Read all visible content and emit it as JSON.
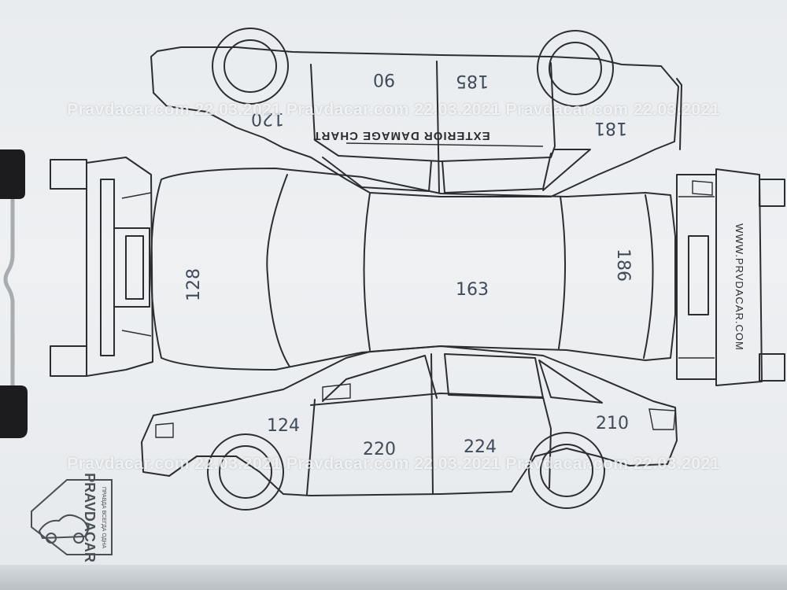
{
  "watermark_top": "Pravdacar.com 22.03.2021 Pravdacar.com 22.03.2021 Pravdacar.com 22.03.2021",
  "watermark_bottom": "Pravdacar.com 22.03.2021 Pravdacar.com 22.03.2021 Pravdacar.com 22.03.2021",
  "chart_title": "EXTERIOR DAMAGE CHART",
  "site_url": "WWW.PRVDACAR.COM",
  "stamp": {
    "brand": "PRAVDACAR",
    "slogan": "ПРАВДА ВСЕГДА ОДНА"
  },
  "readings": {
    "side_top_front_door": "120",
    "side_top_front_fender": "90",
    "side_top_rear_door": "185",
    "side_top_rear_quarter": "181",
    "hood": "128",
    "roof": "163",
    "trunk": "186",
    "front_fender": "124",
    "front_door": "220",
    "rear_door": "224",
    "rear_quarter": "210"
  },
  "colors": {
    "paper": "#eceef0",
    "ink": "#2b2d30",
    "pen": "#3f4a5a"
  }
}
